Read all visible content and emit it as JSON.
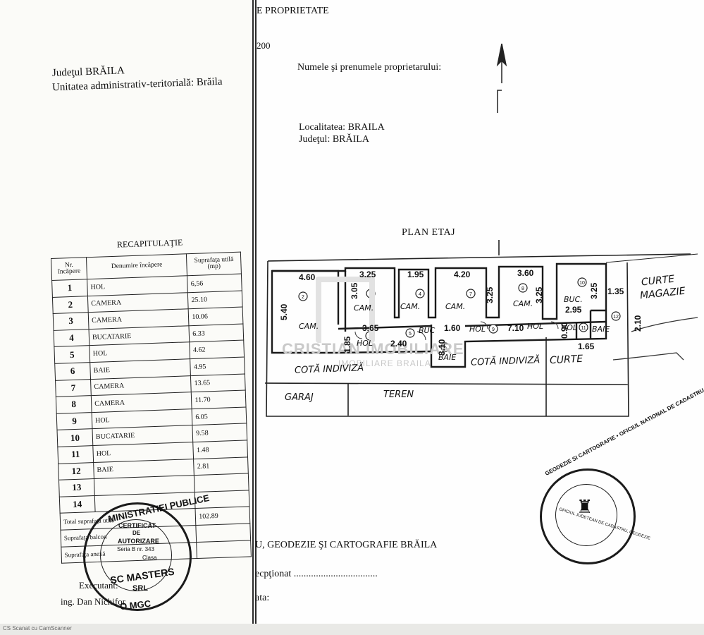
{
  "header": {
    "proprietate": "E PROPRIETATE",
    "year_prefix": "200",
    "judet_left": "Judeţul BRĂILA",
    "uat_left": "Unitatea administrativ-teritorială: Brăila",
    "owner_label": "Numele şi prenumele proprietarului:",
    "localitate": "Localitatea: BRAILA",
    "judet_right": "Judeţul: BRĂILA"
  },
  "recap": {
    "title": "RECAPITULAŢIE",
    "col_nr": "Nr. încăpere",
    "col_name": "Denumire încăpere",
    "col_area": "Suprafaţa utilă (mp)",
    "rows": [
      {
        "nr": "1",
        "name": "HOL",
        "area": "6,56"
      },
      {
        "nr": "2",
        "name": "CAMERA",
        "area": "25.10"
      },
      {
        "nr": "3",
        "name": "CAMERA",
        "area": "10.06"
      },
      {
        "nr": "4",
        "name": "BUCATARIE",
        "area": "6.33"
      },
      {
        "nr": "5",
        "name": "HOL",
        "area": "4.62"
      },
      {
        "nr": "6",
        "name": "BAIE",
        "area": "4.95"
      },
      {
        "nr": "7",
        "name": "CAMERA",
        "area": "13.65"
      },
      {
        "nr": "8",
        "name": "CAMERA",
        "area": "11.70"
      },
      {
        "nr": "9",
        "name": "HOL",
        "area": "6.05"
      },
      {
        "nr": "10",
        "name": "BUCATARIE",
        "area": "9.58"
      },
      {
        "nr": "11",
        "name": "HOL",
        "area": "1.48"
      },
      {
        "nr": "12",
        "name": "BAIE",
        "area": "2.81"
      },
      {
        "nr": "13",
        "name": "",
        "area": ""
      },
      {
        "nr": "14",
        "name": "",
        "area": ""
      }
    ],
    "total_label": "Total suprafaţa utilă",
    "total_value": "102.89",
    "balcon_label": "Suprafaţa balcon",
    "anexa_label": "Suprafaţa anexă",
    "executant": "Executant:",
    "engineer": "ing. Dan Nichifor"
  },
  "plan": {
    "title": "PLAN ETAJ",
    "dims": [
      "4.60",
      "3.25",
      "1.95",
      "4.20",
      "3.60",
      "3.05",
      "3.25",
      "3.25",
      "3.25",
      "1.35",
      "5.40",
      "1.85",
      "3.65",
      "2.40",
      "1.60",
      "3.10",
      "7.10",
      "0.90",
      "2.95",
      "2.10",
      "1.65"
    ],
    "room_labels": [
      "CAM.",
      "CAM.",
      "CAM.",
      "CAM.",
      "CAM.",
      "BUC.",
      "BUC",
      "HOL",
      "HOL",
      "HOL",
      "BAIE",
      "BAIE",
      "HOL"
    ],
    "room_numbers": [
      "1",
      "2",
      "3",
      "4",
      "5",
      "6",
      "7",
      "8",
      "9",
      "10",
      "11",
      "12"
    ],
    "hand_labels": [
      "CURTE",
      "MAGAZIE",
      "COTĂ INDIVIZĂ",
      "COTĂ INDIVIZĂ",
      "CURTE",
      "GARAJ",
      "TEREN"
    ]
  },
  "office": {
    "geodezie": "U, GEODEZIE ŞI CARTOGRAFIE BRĂILA",
    "receptionat": "ecpţionat ..................................",
    "data_label": "ata:"
  },
  "stamp_left": {
    "ring": "MINISTRATIEI PUBLICE",
    "l1": "CERTIFICAT",
    "l2": "DE",
    "l3": "AUTORIZARE",
    "l4": "Seria B nr. 343",
    "l5": "Clasa",
    "company": "SC MASTERS",
    "srl": "SRL",
    "bottom": "O MGC"
  },
  "stamp_right": {
    "ring": "GEODEZIE SI CARTOGRAFIE • OFICIUL NATIONAL DE CADASTRU",
    "inner": "OFICIUL JUDETEAN DE CADASTRU, GEODEZIE"
  },
  "watermark": {
    "brand": "CRISTIAN IMOBILIARE",
    "sub": "IMOBILIARE BRAILA"
  },
  "footer": "CS Scanat cu CamScanner"
}
